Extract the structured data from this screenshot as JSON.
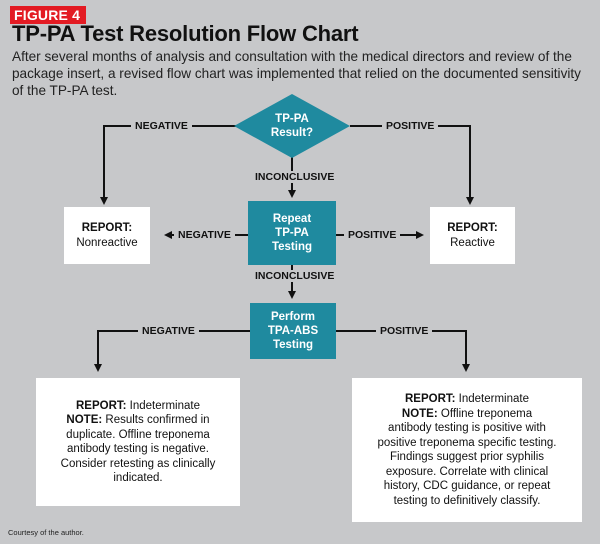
{
  "figure_tag": "FIGURE 4",
  "title": "TP-PA Test Resolution Flow Chart",
  "subtitle": "After several months of analysis and consultation with the medical directors and review of the package insert, a revised flow chart was implemented that relied on the documented sensitivity of the TP-PA test.",
  "credit": "Courtesy of the author.",
  "colors": {
    "teal": "#1f8a9f",
    "background": "#c7c8ca",
    "tag_red": "#e31b23"
  },
  "decision": {
    "line1": "TP-PA",
    "line2": "Result?"
  },
  "repeat_box": {
    "line1": "Repeat",
    "line2": "TP-PA",
    "line3": "Testing"
  },
  "abs_box": {
    "line1": "Perform",
    "line2": "TPA-ABS",
    "line3": "Testing"
  },
  "labels": {
    "top_negative": "NEGATIVE",
    "top_positive": "POSITIVE",
    "inconclusive_1": "INCONCLUSIVE",
    "mid_negative": "NEGATIVE",
    "mid_positive": "POSITIVE",
    "inconclusive_2": "INCONCLUSIVE",
    "bottom_negative": "NEGATIVE",
    "bottom_positive": "POSITIVE"
  },
  "report_nonreactive": {
    "bold": "REPORT:",
    "text": "Nonreactive"
  },
  "report_reactive": {
    "bold": "REPORT:",
    "text": "Reactive"
  },
  "report_left": {
    "report_bold": "REPORT:",
    "report_text": " Indeterminate",
    "note_bold": "NOTE:",
    "note_l1": " Results confirmed in",
    "l2": "duplicate. Offline treponema",
    "l3": "antibody testing is negative.",
    "l4": "Consider retesting as clinically",
    "l5": "indicated."
  },
  "report_right": {
    "report_bold": "REPORT:",
    "report_text": " Indeterminate",
    "note_bold": "NOTE:",
    "note_l1": " Offline treponema",
    "l2": "antibody testing is positive with",
    "l3": "positive treponema specific testing.",
    "l4": "Findings suggest prior syphilis",
    "l5": "exposure. Correlate with clinical",
    "l6": "history, CDC guidance, or repeat",
    "l7": "testing to definitively classify."
  }
}
